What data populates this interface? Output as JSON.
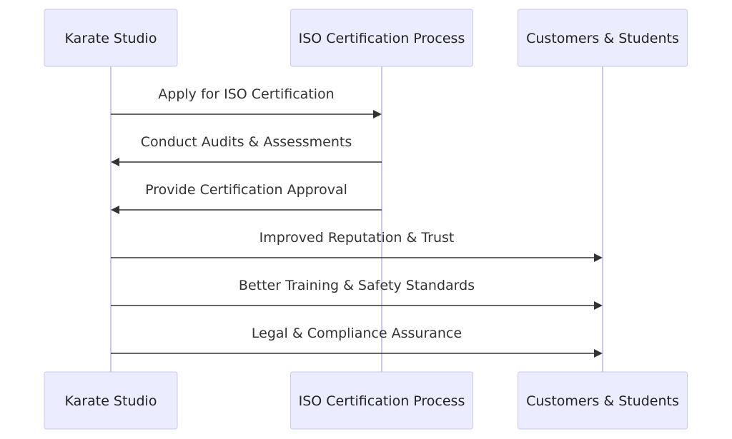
{
  "participants": [
    {
      "id": "studio",
      "label": "Karate Studio"
    },
    {
      "id": "iso",
      "label": "ISO Certification Process"
    },
    {
      "id": "customers",
      "label": "Customers & Students"
    }
  ],
  "messages": [
    {
      "from": "studio",
      "to": "iso",
      "label": "Apply for ISO Certification"
    },
    {
      "from": "iso",
      "to": "studio",
      "label": "Conduct Audits & Assessments"
    },
    {
      "from": "iso",
      "to": "studio",
      "label": "Provide Certification Approval"
    },
    {
      "from": "studio",
      "to": "customers",
      "label": "Improved Reputation & Trust"
    },
    {
      "from": "studio",
      "to": "customers",
      "label": "Better Training & Safety Standards"
    },
    {
      "from": "studio",
      "to": "customers",
      "label": "Legal & Compliance Assurance"
    }
  ],
  "colors": {
    "actor_fill": "#ececff",
    "actor_border": "#c9c9f0",
    "lifeline": "#c9c9f0",
    "arrow": "#333333",
    "text": "#222222"
  }
}
